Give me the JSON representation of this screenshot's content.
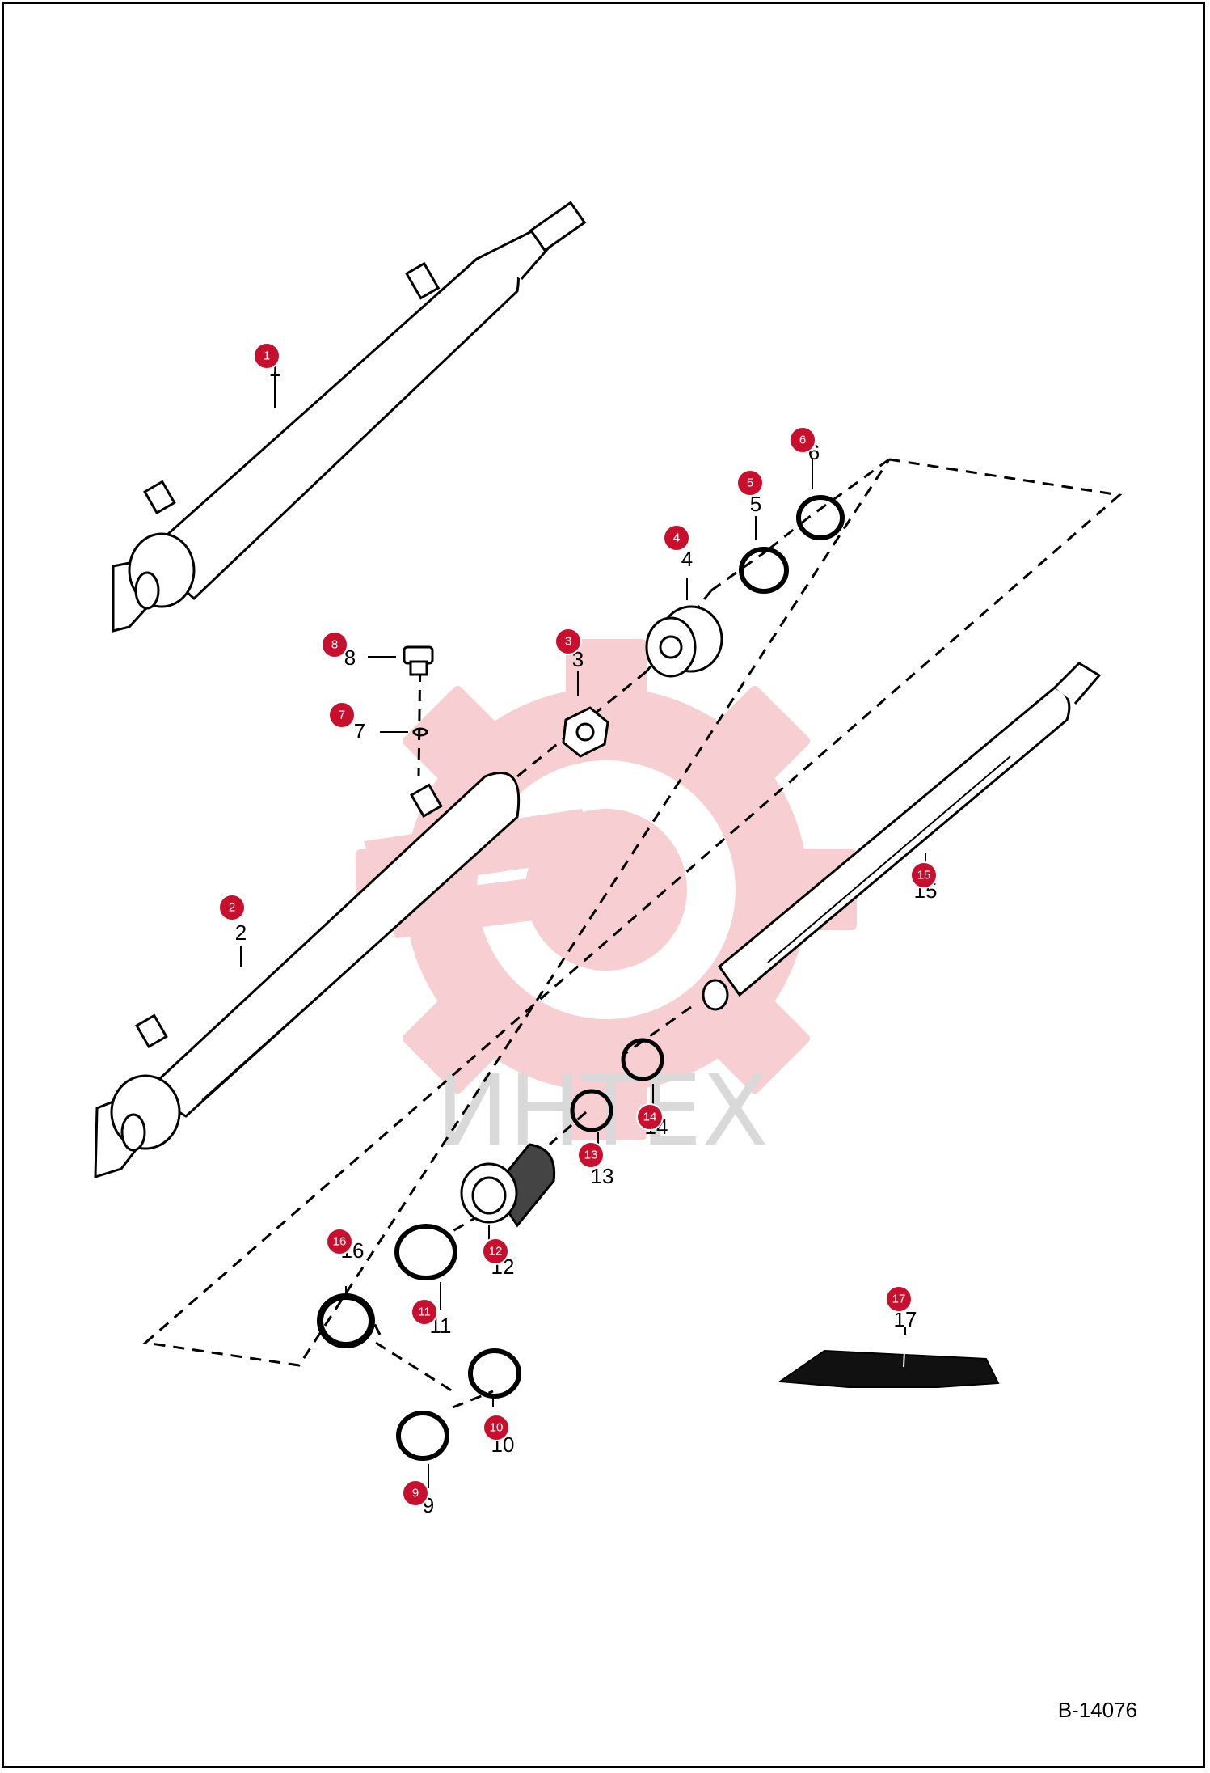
{
  "drawing_ref": "B-14076",
  "watermark": {
    "text": "ИНТЕХ",
    "color": "#f6c9cc"
  },
  "accent_color": "#c8102e",
  "parts": [
    {
      "id": "1",
      "marker": "1",
      "label": "1"
    },
    {
      "id": "2",
      "marker": "2",
      "label": "2"
    },
    {
      "id": "3",
      "marker": "3",
      "label": "3"
    },
    {
      "id": "4",
      "marker": "4",
      "label": "4"
    },
    {
      "id": "5",
      "marker": "5",
      "label": "5"
    },
    {
      "id": "6",
      "marker": "6",
      "label": "6"
    },
    {
      "id": "7",
      "marker": "7",
      "label": "7"
    },
    {
      "id": "8",
      "marker": "8",
      "label": "8"
    },
    {
      "id": "9",
      "marker": "9",
      "label": "9"
    },
    {
      "id": "10",
      "marker": "10",
      "label": "10"
    },
    {
      "id": "11",
      "marker": "11",
      "label": "11"
    },
    {
      "id": "12",
      "marker": "12",
      "label": "12"
    },
    {
      "id": "13",
      "marker": "13",
      "label": "13"
    },
    {
      "id": "14",
      "marker": "14",
      "label": "14"
    },
    {
      "id": "15",
      "marker": "15",
      "label": "15"
    },
    {
      "id": "16",
      "marker": "16",
      "label": "16"
    },
    {
      "id": "17",
      "marker": "17",
      "label": "17"
    }
  ]
}
